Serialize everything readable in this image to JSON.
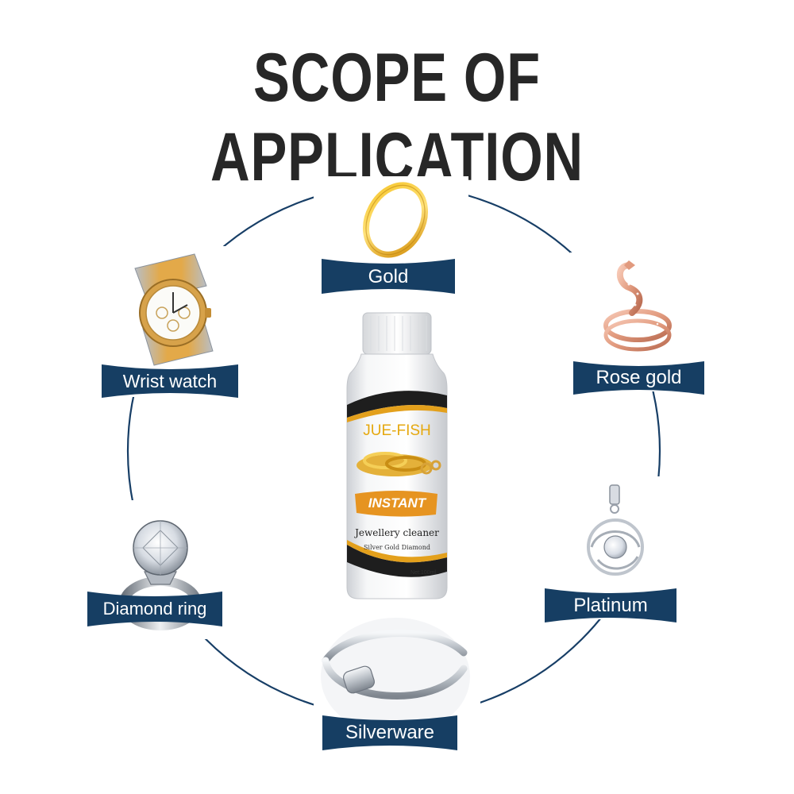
{
  "title": "SCOPE OF APPLICATION",
  "colors": {
    "banner": "#163E63",
    "circle": "#173E66",
    "title": "#272727",
    "gold": "#E5A80F",
    "rose_gold": "#E4A38B",
    "silver": "#C9CDD3"
  },
  "items": [
    {
      "label": "Gold",
      "icon": "gold-ring-icon"
    },
    {
      "label": "Rose gold",
      "icon": "rose-gold-ring-icon"
    },
    {
      "label": "Platinum",
      "icon": "platinum-pendant-icon"
    },
    {
      "label": "Silverware",
      "icon": "silver-bracelet-icon"
    },
    {
      "label": "Diamond ring",
      "icon": "diamond-ring-icon"
    },
    {
      "label": "Wrist watch",
      "icon": "wrist-watch-icon"
    }
  ],
  "product": {
    "brand": "JUE-FISH",
    "badge": "INSTANT",
    "name": "Jewellery cleaner",
    "subtitle": "Silver Gold Diamond",
    "volume": "Net:100ml"
  }
}
